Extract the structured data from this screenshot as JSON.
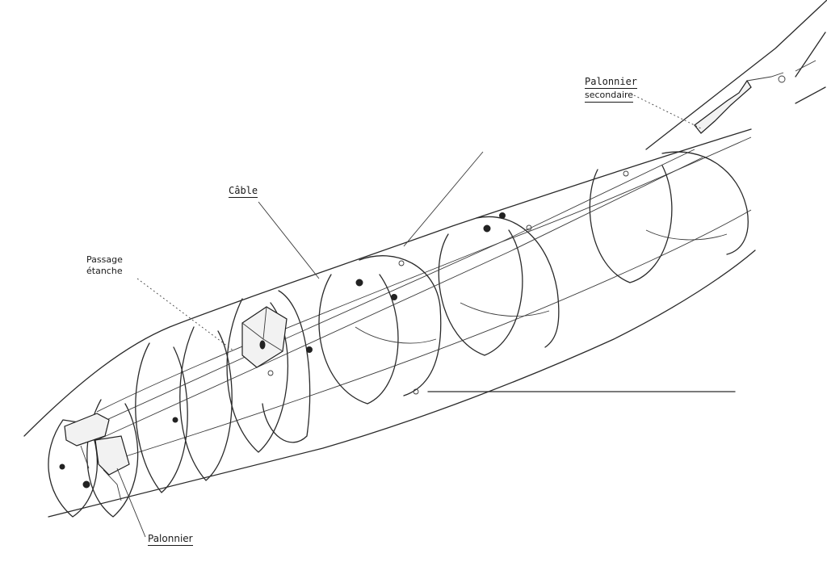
{
  "labels": {
    "palonnier_secondaire_line1": "Palonnier",
    "palonnier_secondaire_line2": "secondaire",
    "cable": "Câble",
    "passage_line1": "Passage",
    "passage_line2": "étanche",
    "palonnier": "Palonnier"
  }
}
